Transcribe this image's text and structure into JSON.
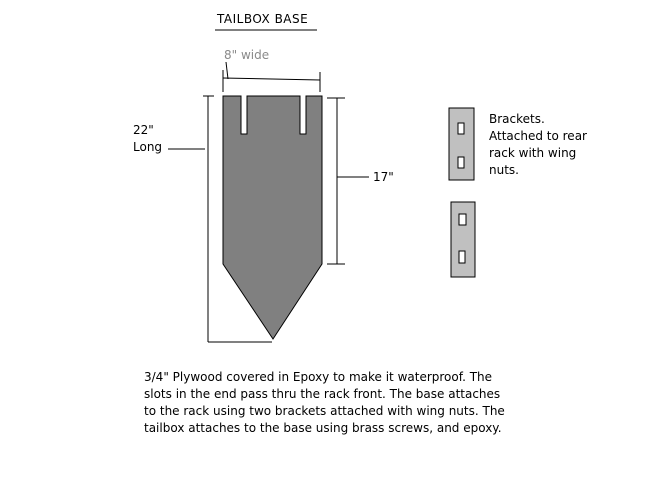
{
  "title": "TAILBOX  BASE",
  "dimensions": {
    "width": "8\" wide",
    "length_line1": "22\"",
    "length_line2": "Long",
    "inner_length": "17\""
  },
  "brackets_label": [
    "Brackets.",
    "Attached to rear",
    "rack with wing",
    "nuts."
  ],
  "caption": [
    "3/4\" Plywood covered in Epoxy to make it waterproof.  The",
    "slots in the end pass thru the rack front.  The base attaches",
    "to the rack using two brackets attached with wing nuts.  The",
    "tailbox attaches to the base using brass screws, and epoxy."
  ],
  "colors": {
    "plywood": "#808080",
    "bracket": "#c0c0c0",
    "line": "#000000"
  }
}
